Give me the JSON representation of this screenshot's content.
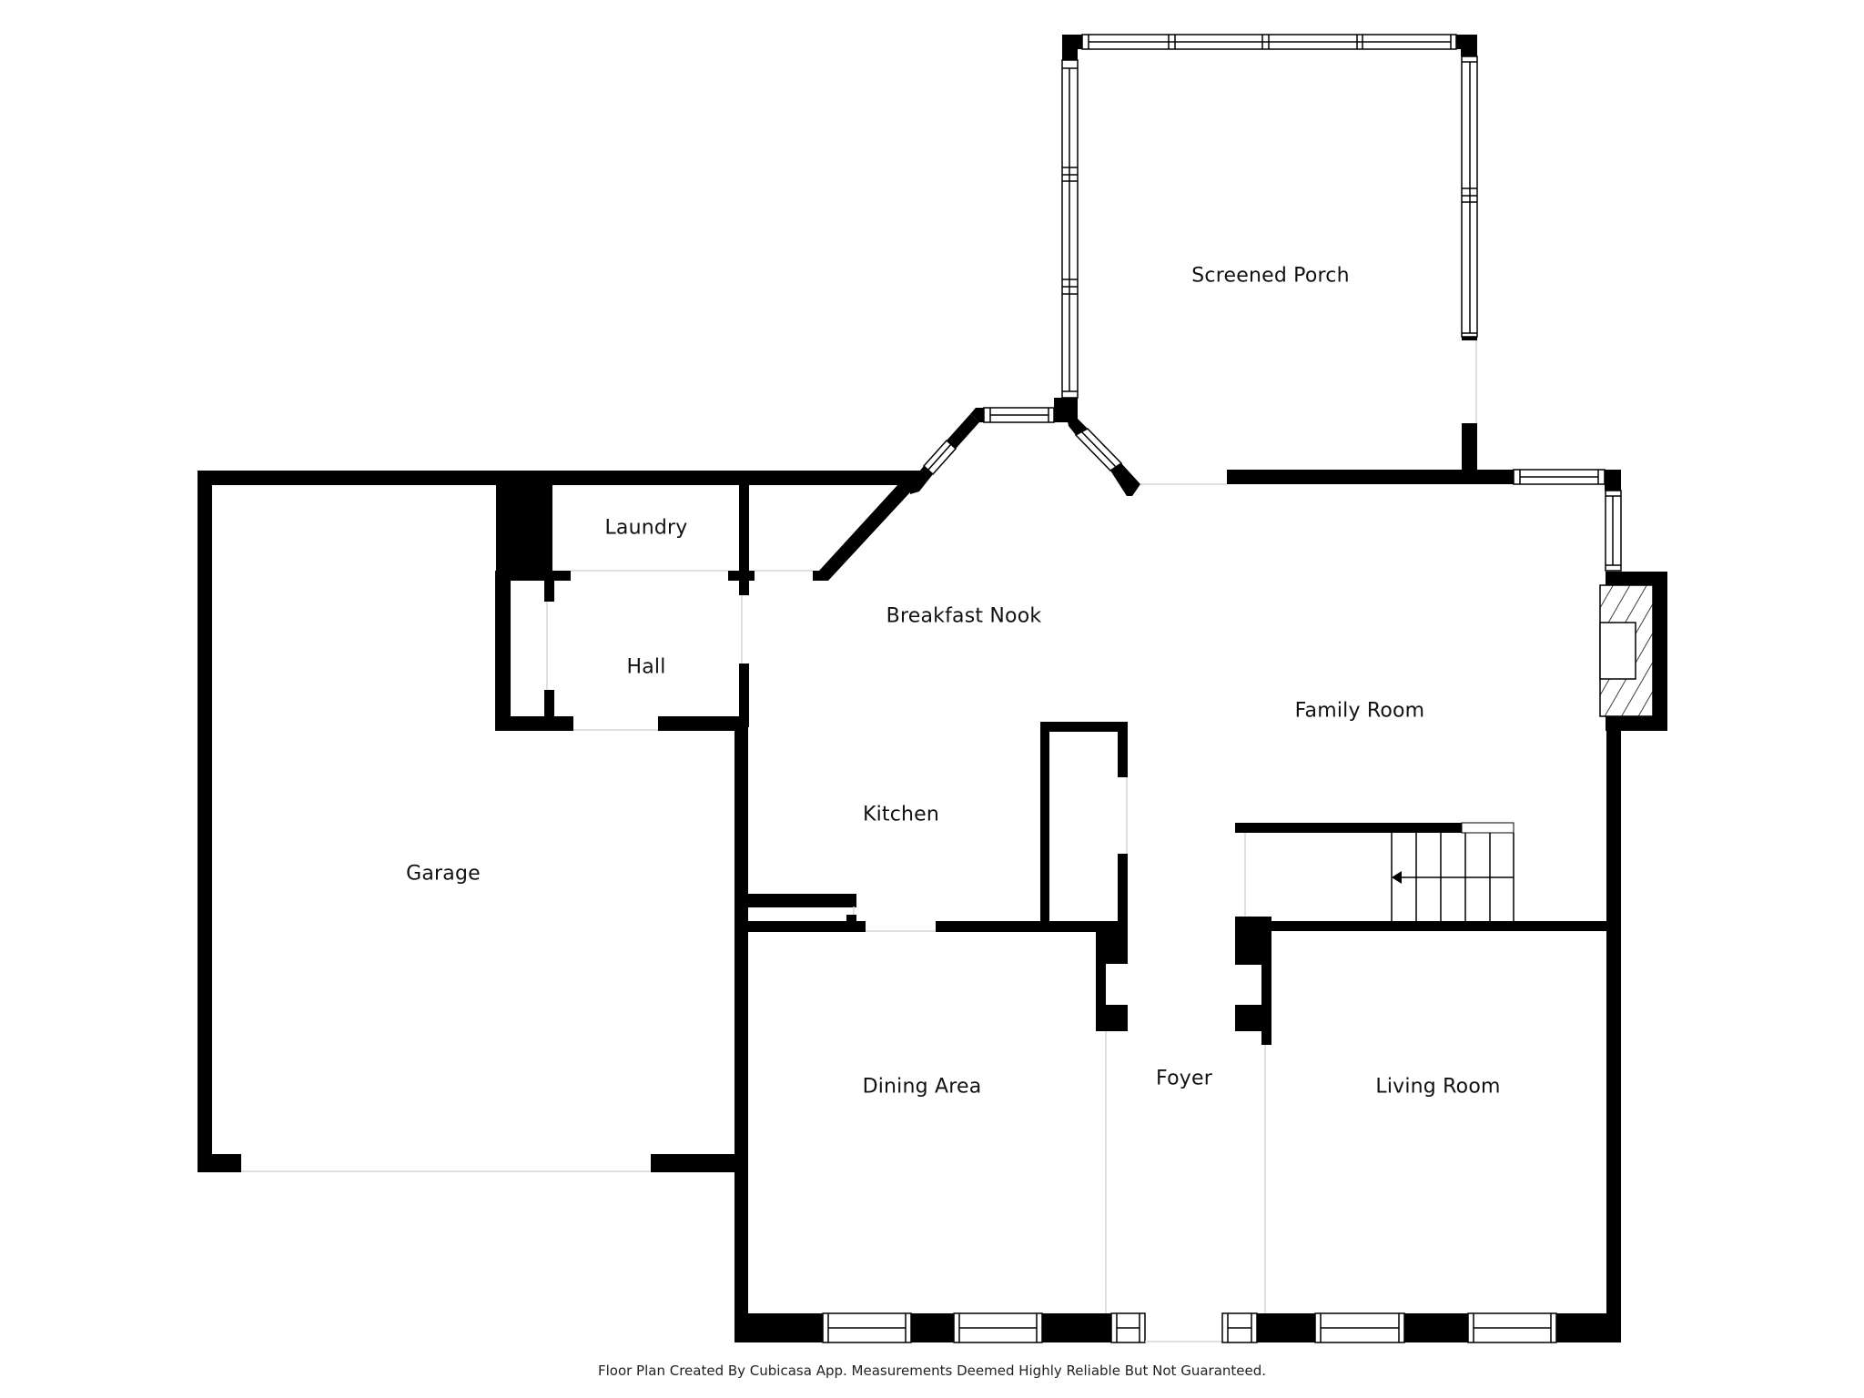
{
  "plan": {
    "title": "Floor Plan",
    "wall_color": "#000000",
    "background": "#ffffff"
  },
  "rooms": {
    "screened_porch": "Screened Porch",
    "laundry": "Laundry",
    "hall": "Hall",
    "breakfast_nook": "Breakfast Nook",
    "family_room": "Family Room",
    "kitchen": "Kitchen",
    "garage": "Garage",
    "dining_area": "Dining Area",
    "foyer": "Foyer",
    "living_room": "Living Room"
  },
  "features": {
    "stairs_direction": "left-arrow",
    "fireplace": "fireplace-hatched"
  },
  "footer": {
    "disclaimer": "Floor Plan Created By Cubicasa App. Measurements Deemed Highly Reliable But Not Guaranteed."
  }
}
